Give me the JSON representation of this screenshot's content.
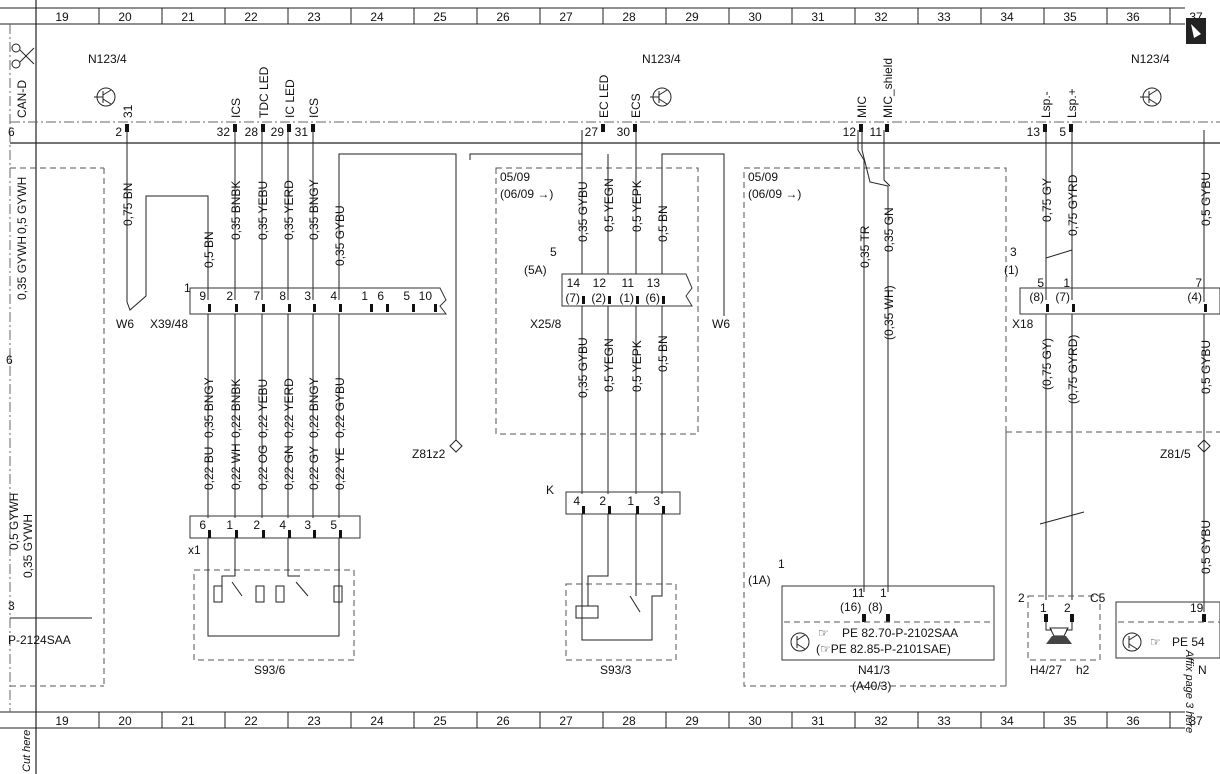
{
  "grid": {
    "columns": [
      "19",
      "20",
      "21",
      "22",
      "23",
      "24",
      "25",
      "26",
      "27",
      "28",
      "29",
      "30",
      "31",
      "32",
      "33",
      "34",
      "35",
      "36",
      "37"
    ]
  },
  "margin": {
    "can_label": "CAN-D",
    "cut_here": "Cut here",
    "affix": "Affix page 3 here",
    "left_top": "6",
    "left_wire_a": "0,5 GYWH",
    "left_wire_b": "0,35 GYWH",
    "left_wire_c": "0,5 GYWH",
    "left_wire_d": "0,35 GYWH",
    "left_pin": "3",
    "left_frag_a": "6",
    "left_frag_b": "P-2124SAA"
  },
  "module": {
    "name_left": "N123/4",
    "name_mid": "N123/4",
    "name_right": "N123/4",
    "pins": [
      {
        "pin": "2",
        "sig": "31"
      },
      {
        "pin": "32",
        "sig": "ICS"
      },
      {
        "pin": "28",
        "sig": "TDC LED"
      },
      {
        "pin": "29",
        "sig": "IC LED"
      },
      {
        "pin": "31",
        "sig": "ICS"
      },
      {
        "pin": "27",
        "sig": "EC LED"
      },
      {
        "pin": "30",
        "sig": "ECS"
      },
      {
        "pin": "12",
        "sig": "MIC"
      },
      {
        "pin": "11",
        "sig": "MIC_shield"
      },
      {
        "pin": "13",
        "sig": "Lsp.-"
      },
      {
        "pin": "5",
        "sig": "Lsp.+"
      }
    ]
  },
  "wires": {
    "w1": "0,75 BN",
    "w2": "0,5 BN",
    "w3": "0,35 BNBK",
    "w4": "0,35 YEBU",
    "w5": "0,35 YERD",
    "w6": "0,35 BNGY",
    "w7": "0,35 GYBU",
    "w8": "0,35 GYBU",
    "w9": "0,5 YEGN",
    "w10": "0,5 YEPK",
    "w11": "0,5 BN",
    "w12": "0,35 TR",
    "w13": "0,35 GN",
    "w13b": "(0,35 WH)",
    "w14": "0,75 GY",
    "w15": "0,75 GYRD",
    "w15b": "(0,75 GY)",
    "w16": "(0,75 GYRD)",
    "w17": "0,5 GYBU",
    "l1": "0,22 BU",
    "l1b": "0,35 BNGY",
    "l2": "0,22 WH",
    "l2b": "0,22 BNBK",
    "l3": "0,22 OG",
    "l3b": "0,22 YEBU",
    "l4": "0,22 GN",
    "l4b": "0,22 YERD",
    "l5": "0,22 GY",
    "l5b": "0,22 BNGY",
    "l6": "0,22 YE",
    "l6b": "0,22 GYBU",
    "m8": "0,35 GYBU",
    "m9": "0,5 YEGN",
    "m10": "0,5 YEPK",
    "m11": "0,5 BN"
  },
  "connectors": {
    "x39": {
      "name": "X39/48",
      "num": "1",
      "pins": [
        "9",
        "2",
        "7",
        "8",
        "3",
        "4",
        "1",
        "6",
        "5",
        "10"
      ]
    },
    "x25": {
      "name": "X25/8",
      "num": "5",
      "alt": "(5A)",
      "pins": [
        "14",
        "12",
        "11",
        "13"
      ],
      "alt_pins": [
        "(7)",
        "(2)",
        "(1)",
        "(6)"
      ]
    },
    "x18": {
      "name": "X18",
      "num": "3",
      "alt": "(1)",
      "pins": [
        "5",
        "1",
        "7"
      ],
      "alt_pins": [
        "(8)",
        "(7)",
        "(4)"
      ]
    },
    "x1": {
      "name": "x1",
      "pins": [
        "6",
        "1",
        "2",
        "4",
        "3",
        "5"
      ]
    },
    "k": {
      "name": "K",
      "pins": [
        "4",
        "2",
        "1",
        "3"
      ]
    }
  },
  "labels": {
    "w6a": "W6",
    "w6b": "W6",
    "z81z2": "Z81z2",
    "z81_5": "Z81/5",
    "date1": "05/09",
    "date1b": "(06/09",
    "date2": "05/09",
    "date2b": "(06/09",
    "s93_6": "S93/6",
    "s93_3": "S93/3",
    "n41": "N41/3",
    "n41b": "(A40/3)",
    "n41_num": "1",
    "n41_alt": "(1A)",
    "n41_pins": "11",
    "n41_pins2": "1",
    "n41_alt1": "(16)",
    "n41_alt2": "(8)",
    "pe1": "PE 82.70-P-2102SAA",
    "pe2": "(☞PE 82.85-P-2101SAE)",
    "h4": "H4/27",
    "h2": "h2",
    "c5": "C5",
    "spk_num": "2",
    "spk_p1": "1",
    "spk_p2": "2",
    "right_pin": "19",
    "pe_right": "PE 54",
    "right_n": "N"
  },
  "icons": [
    "scissors-icon",
    "transistor-icon",
    "pointing-hand-icon",
    "bookmark-icon"
  ]
}
